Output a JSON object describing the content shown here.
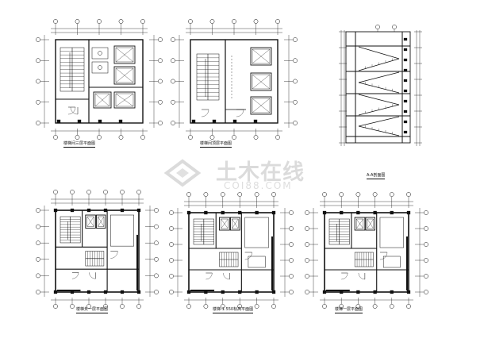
{
  "drawings": [
    {
      "id": "p1",
      "title": "楼梯间三层平面图",
      "type": "plan"
    },
    {
      "id": "p2",
      "title": "楼梯间顶层平面图",
      "type": "plan"
    },
    {
      "id": "p3",
      "title": "A-A剖面图",
      "type": "section"
    },
    {
      "id": "p4",
      "title": "楼梯负一层平面图",
      "type": "plan"
    },
    {
      "id": "p5",
      "title": "楼梯-1.550标高平面图",
      "type": "plan"
    },
    {
      "id": "p6",
      "title": "楼梯一层平面图",
      "type": "plan"
    }
  ],
  "watermark": {
    "text_cn": "土木在线",
    "text_en": "COI88.COM"
  },
  "colors": {
    "line": "#111111",
    "watermark": "#9a9a9a"
  }
}
